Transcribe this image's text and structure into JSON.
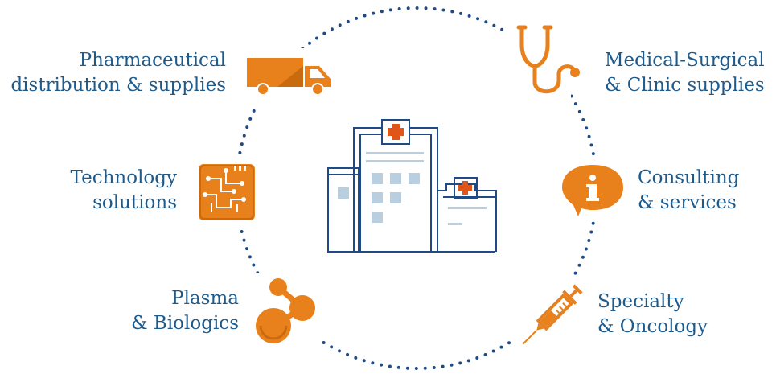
{
  "colors": {
    "orange": "#e8801c",
    "orange_dark": "#c96a0f",
    "navy": "#1e4a85",
    "text_blue": "#1e5b8d",
    "light_blue": "#b9cfe0",
    "red_cross": "#e0561a"
  },
  "center": {
    "icon": "hospital-buildings-icon"
  },
  "segments": [
    {
      "id": "pharma",
      "icon": "delivery-truck-icon",
      "lines": [
        "Pharmaceutical",
        "distribution & supplies"
      ]
    },
    {
      "id": "medsurg",
      "icon": "stethoscope-icon",
      "lines": [
        "Medical-Surgical",
        "& Clinic supplies"
      ]
    },
    {
      "id": "technology",
      "icon": "circuit-chip-icon",
      "lines": [
        "Technology",
        "solutions"
      ]
    },
    {
      "id": "consulting",
      "icon": "info-speech-bubble-icon",
      "lines": [
        "Consulting",
        "& services"
      ]
    },
    {
      "id": "plasma",
      "icon": "molecule-icon",
      "lines": [
        "Plasma",
        "& Biologics"
      ]
    },
    {
      "id": "specialty",
      "icon": "syringe-icon",
      "lines": [
        "Specialty",
        "& Oncology"
      ]
    }
  ]
}
